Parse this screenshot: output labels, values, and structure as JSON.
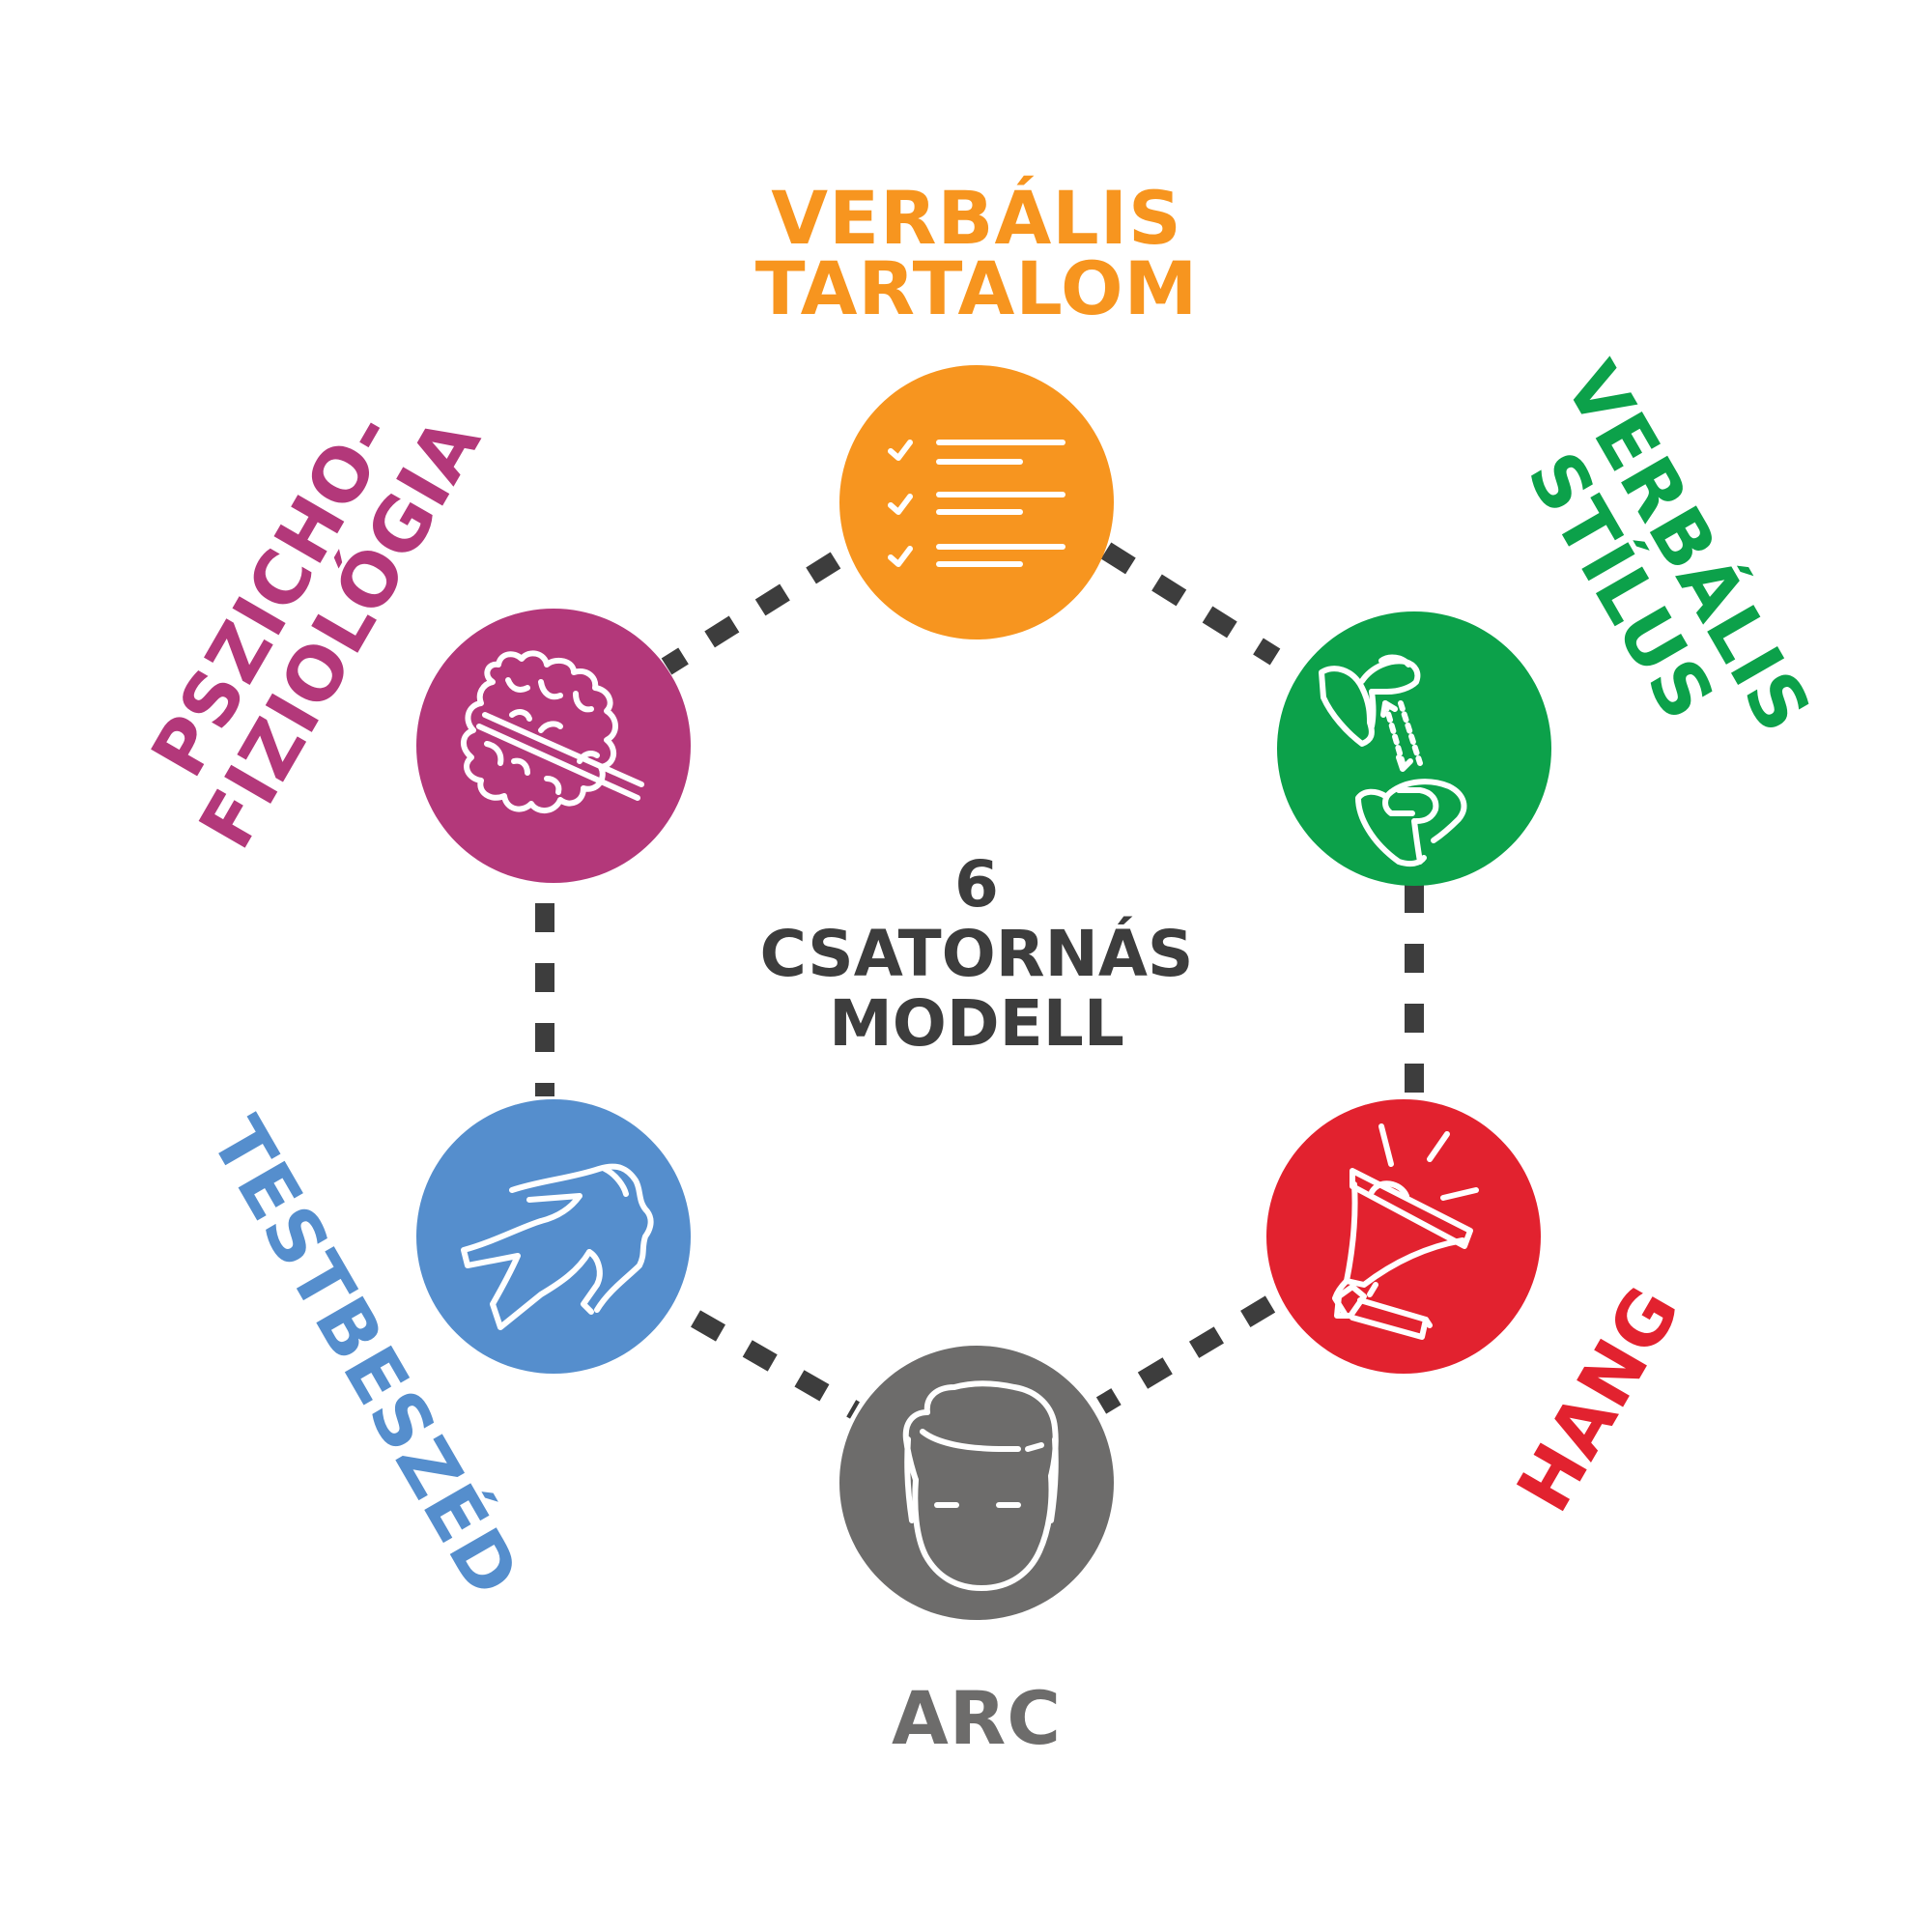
{
  "center": {
    "line1": "6",
    "line2": "CSATORNÁS",
    "line3": "MODELL",
    "color": "#3d3d3d"
  },
  "nodes": [
    {
      "id": "verbalis-tartalom",
      "lines": [
        "VERBÁLIS",
        "TARTALOM"
      ],
      "color": "#f7951f",
      "icon": "checklist-icon"
    },
    {
      "id": "verbalis-stilus",
      "lines": [
        "VERBÁLIS",
        "STÍLUS"
      ],
      "color": "#0ca14a",
      "icon": "speaking-lips-icon"
    },
    {
      "id": "hang",
      "lines": [
        "HANG"
      ],
      "color": "#e2222f",
      "icon": "megaphone-icon"
    },
    {
      "id": "arc",
      "lines": [
        "ARC"
      ],
      "color": "#6d6c6b",
      "icon": "face-icon"
    },
    {
      "id": "testbeszed",
      "lines": [
        "TESTBESZÉD"
      ],
      "color": "#558ecd",
      "icon": "gesture-hands-icon"
    },
    {
      "id": "pszichofiziologia",
      "lines": [
        "PSZICHO-",
        "FIZIOLÓGIA"
      ],
      "color": "#b3387a",
      "icon": "brain-icon"
    }
  ],
  "connector_color": "#3d3d3d"
}
